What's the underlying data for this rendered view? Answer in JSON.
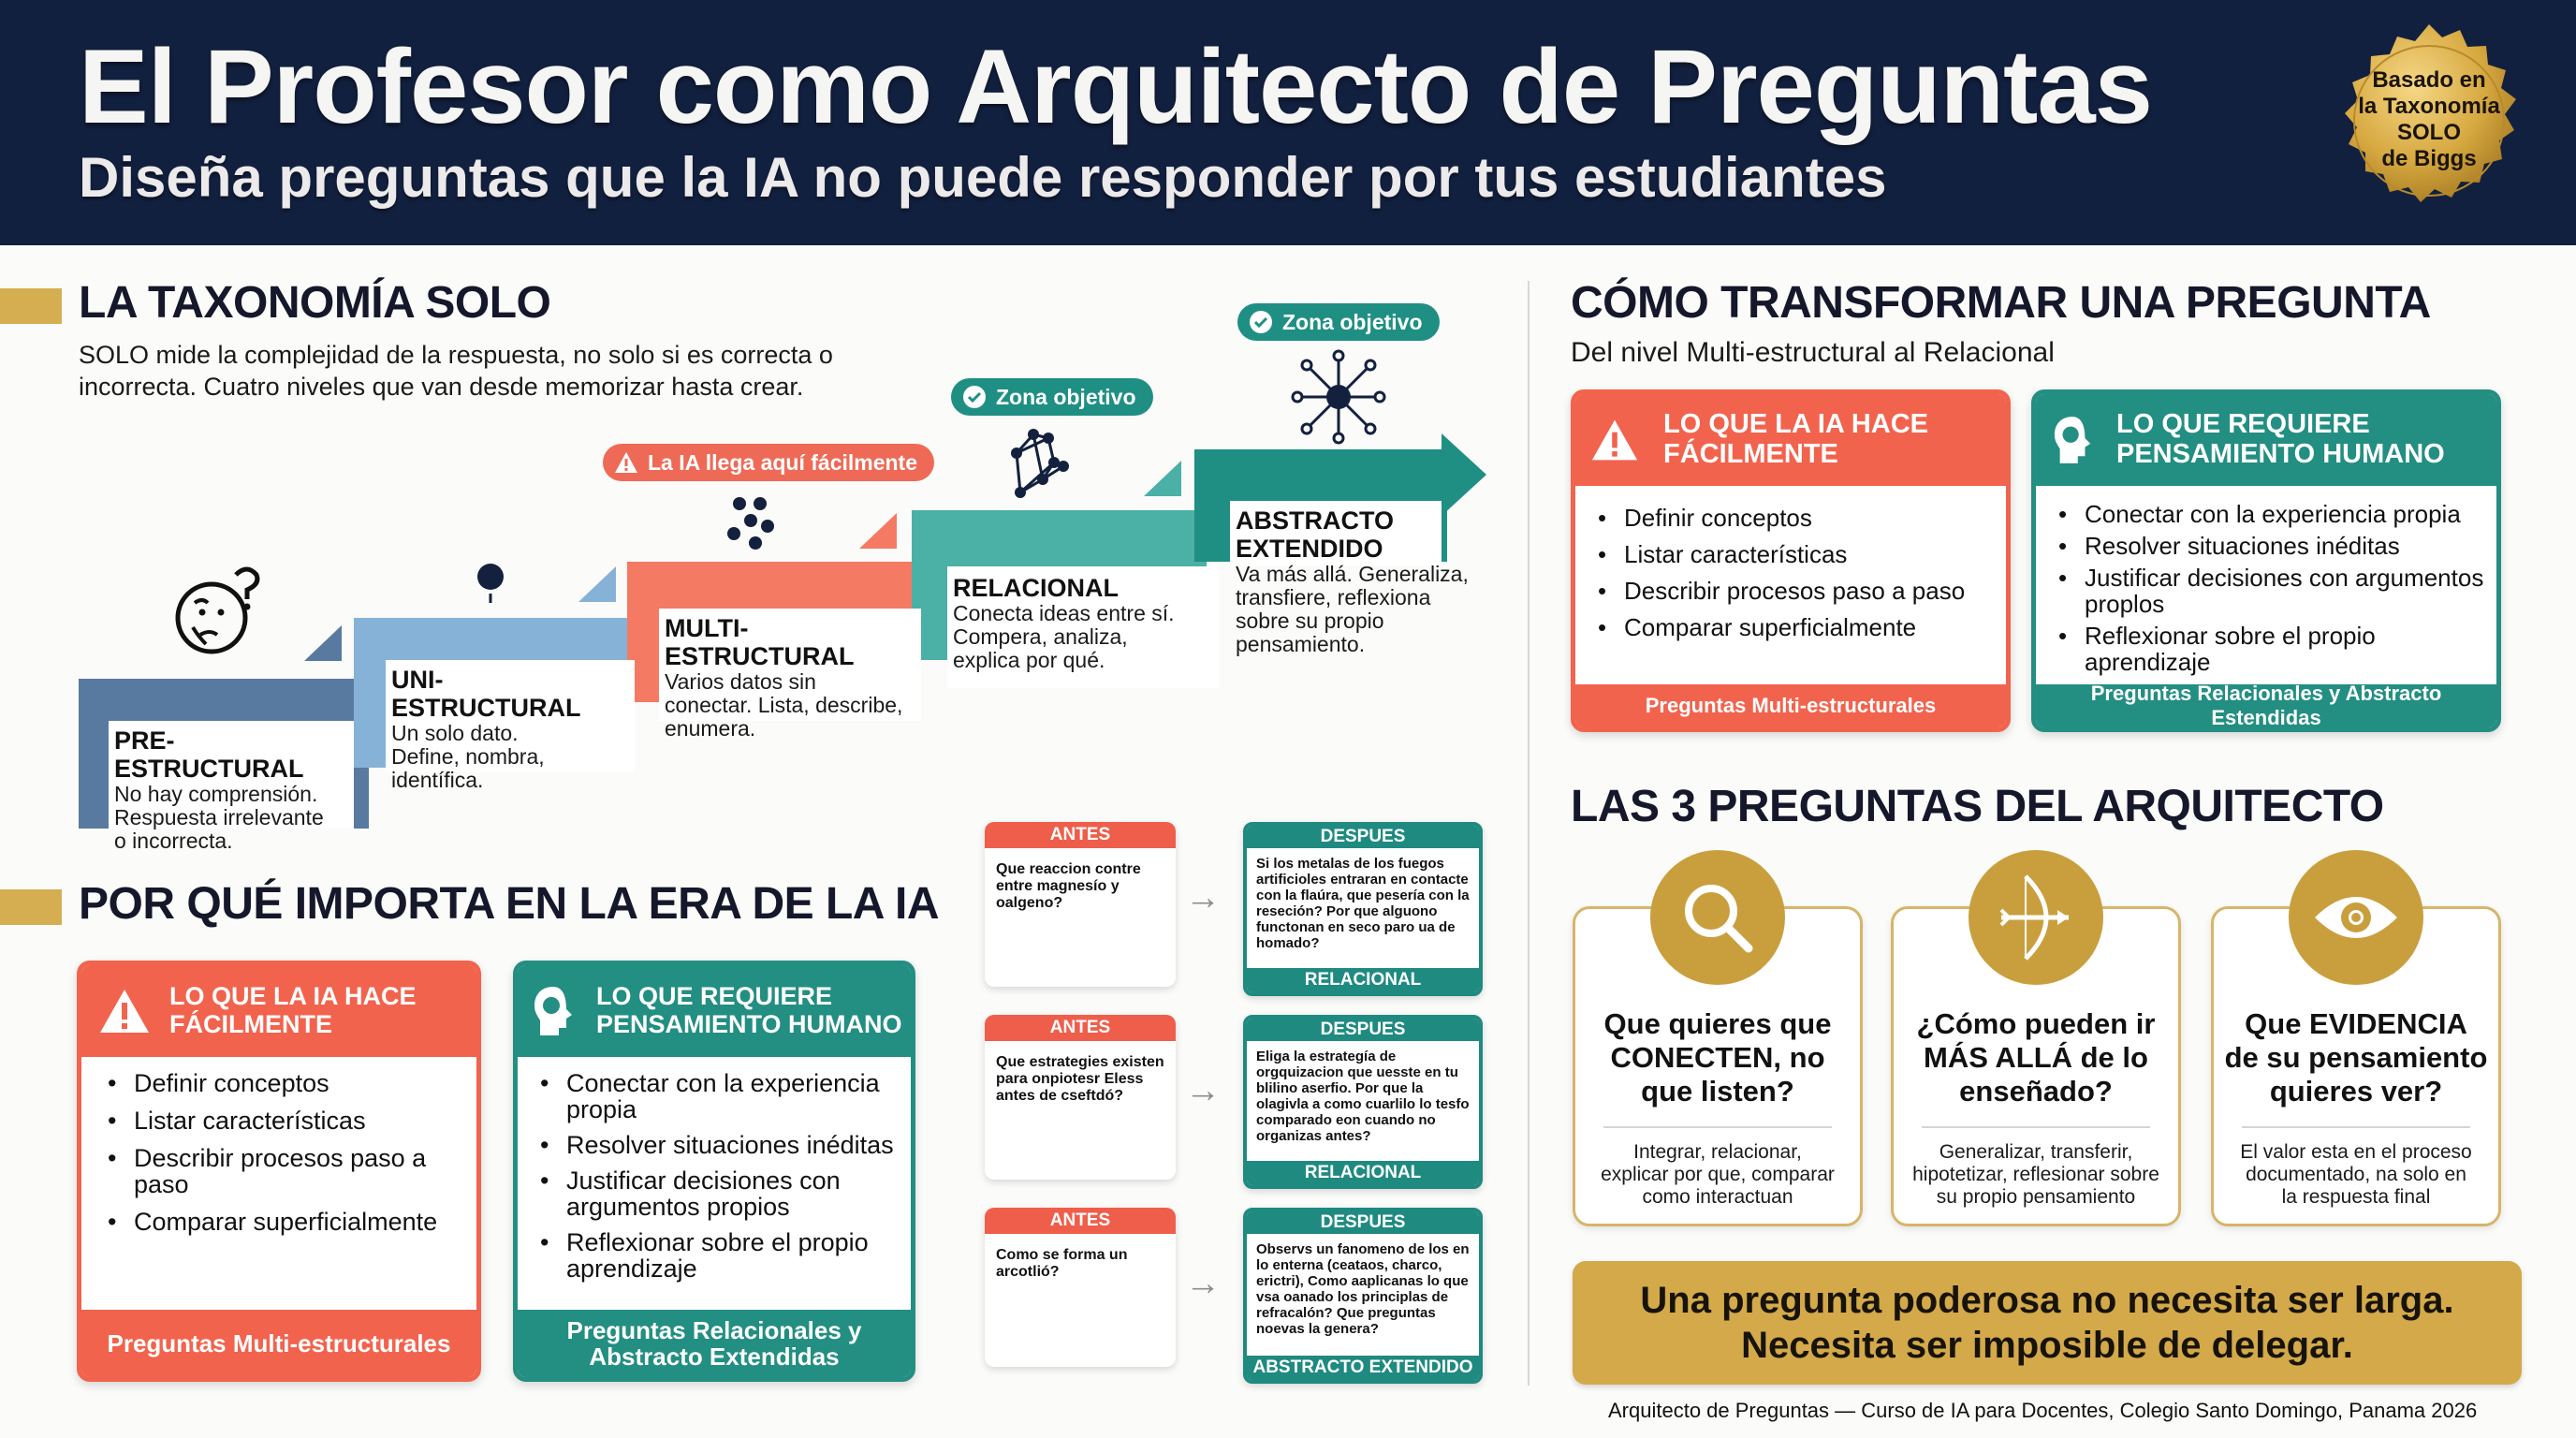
{
  "header": {
    "title": "El Profesor como Arquitecto de Preguntas",
    "subtitle": "Diseña preguntas que la IA no puede responder por tus estudiantes",
    "seal": [
      "Basado en",
      "la Taxonomía",
      "SOLO",
      "de Biggs"
    ]
  },
  "taxonomy": {
    "title": "LA TAXONOMÍA SOLO",
    "description_line1": "SOLO mide la complejidad de la respuesta, no solo si es correcta o",
    "description_line2": "incorrecta. Cuatro niveles que van desde memorizar hasta crear.",
    "ai_badge": "La IA llega aquí fácilmente",
    "target_badge_1": "Zona objetivo",
    "target_badge_2": "Zona objetivo",
    "levels": [
      {
        "name": "PRE-ESTRUCTURAL",
        "desc": [
          "No hay comprensión.",
          "Respuesta irrelevante",
          "o incorrecta."
        ],
        "icon": "thinking-face-icon",
        "color": "#587aa0"
      },
      {
        "name": "UNI-ESTRUCTURAL",
        "desc": [
          "Un solo dato.",
          "Define, nombra,",
          "identífica."
        ],
        "icon": "single-dot-icon",
        "color": "#86b2d8"
      },
      {
        "name": "MULTI-ESTRUCTURAL",
        "desc": [
          "Varios datos sin",
          "conectar. Lista, describe,",
          "enumera."
        ],
        "icon": "scattered-dots-icon",
        "color": "#f47a64"
      },
      {
        "name": "RELACIONAL",
        "desc": [
          "Conecta ideas entre sí.",
          "Compera, analiza,",
          "explica por qué."
        ],
        "icon": "network-icon",
        "color": "#4bb0a6"
      },
      {
        "name": "ABSTRACTO EXTENDIDO",
        "name_lines": [
          "ABSTRACTO",
          "EXTENDIDO"
        ],
        "desc": [
          "Va más allá. Generaliza,",
          "transfiere, reflexiona",
          "sobre su propio",
          "pensamiento."
        ],
        "icon": "radiating-hub-icon",
        "color": "#1f8f84"
      }
    ]
  },
  "why": {
    "title": "POR QUÉ IMPORTA EN LA ERA DE LA IA",
    "ai_card": {
      "title_lines": [
        "LO QUE LA IA HACE",
        "FÁCILMENTE"
      ],
      "items": [
        "Definir conceptos",
        "Listar características",
        "Describir procesos paso a paso",
        "Comparar superficialmente"
      ],
      "footer": "Preguntas Multi-estructurales"
    },
    "human_card": {
      "title_lines": [
        "LO QUE REQUIERE",
        "PENSAMIENTO HUMANO"
      ],
      "items": [
        "Conectar con la experiencia propia",
        "Resolver situaciones inéditas",
        "Justificar decisiones con argumentos propios",
        "Reflexionar sobre el propio aprendizaje"
      ],
      "footer_lines": [
        "Preguntas Relacionales y",
        "Abstracto Extendidas"
      ]
    }
  },
  "examples": [
    {
      "before_label": "ANTES",
      "before": "Que reaccion contre entre magnesío y oalgeno?",
      "after_label": "DESPUES",
      "after": "Si los metalas de los fuegos artificioles entraran en contacte con la flaúra, que pesería con la reseción? Por que alguono functonan en seco paro ua de homado?",
      "level": "RELACIONAL"
    },
    {
      "before_label": "ANTES",
      "before": "Que estrategies existen para onpiotesr Eless antes de cseftdó?",
      "after_label": "DESPUES",
      "after": "Eliga la estrategía de orgquizacion que uesste en tu blilino aserfio. Por que la olagivla a como cuarlilo lo tesfo comparado eon cuando no organizas antes?",
      "level": "RELACIONAL"
    },
    {
      "before_label": "ANTES",
      "before": "Como se forma un arcotlió?",
      "after_label": "DESPUES",
      "after": "Observs un fanomeno de los en lo enterna (ceataos, charco, erictri), Como aaplicanas lo que vsa oanado los principlas de refracalón? Que preguntas noevas la genera?",
      "level": "ABSTRACTO EXTENDIDO"
    }
  ],
  "transform": {
    "title": "CÓMO TRANSFORMAR UNA PREGUNTA",
    "subtitle": "Del nivel Multi-estructural al Relacional",
    "ai_card": {
      "title_lines": [
        "LO QUE LA IA HACE",
        "FÁCILMENTE"
      ],
      "items": [
        "Definir conceptos",
        "Listar características",
        "Describir procesos paso a paso",
        "Comparar superficialmente"
      ],
      "footer": "Preguntas Multi-estructurales"
    },
    "human_card": {
      "title_lines": [
        "LO QUE REQUIERE",
        "PENSAMIENTO HUMANO"
      ],
      "items": [
        "Conectar con la experiencia propia",
        "Resolver situaciones inéditas",
        "Justificar decisiones con argumentos proplos",
        "Reflexionar sobre el propio aprendizaje"
      ],
      "footer": "Preguntas Relacionales y Abstracto Estendidas"
    }
  },
  "architect": {
    "title": "LAS 3 PREGUNTAS DEL ARQUITECTO",
    "cards": [
      {
        "icon": "magnifier-icon",
        "question": [
          "Que quieres que",
          "CONECTEN, no",
          "que listen?"
        ],
        "desc": [
          "Integrar, relacionar,",
          "explicar por que, comparar",
          "como interactuan"
        ]
      },
      {
        "icon": "bow-arrow-icon",
        "question": [
          "¿Cómo pueden ir",
          "MÁS ALLÁ de lo",
          "enseñado?"
        ],
        "desc": [
          "Generalizar, transferir,",
          "hipotetizar, reflesionar sobre",
          "su propio pensamiento"
        ]
      },
      {
        "icon": "eye-icon",
        "question": [
          "Que EVIDENCIA",
          "de su pensamiento",
          "quieres ver?"
        ],
        "desc": [
          "El valor esta en el proceso",
          "documentado, na solo en",
          "la respuesta final"
        ]
      }
    ]
  },
  "banner": {
    "line1": "Una pregunta poderosa no necesita ser larga.",
    "line2": "Necesita ser imposible de delegar."
  },
  "footer": "Arquitecto de Preguntas — Curso de IA para Docentes, Colegio Santo Domingo, Panama 2026",
  "colors": {
    "navy": "#12203f",
    "gold": "#d5ae52",
    "coral": "#f2634d",
    "teal": "#238e82",
    "steel": "#587aa0",
    "sky": "#86b2d8"
  }
}
